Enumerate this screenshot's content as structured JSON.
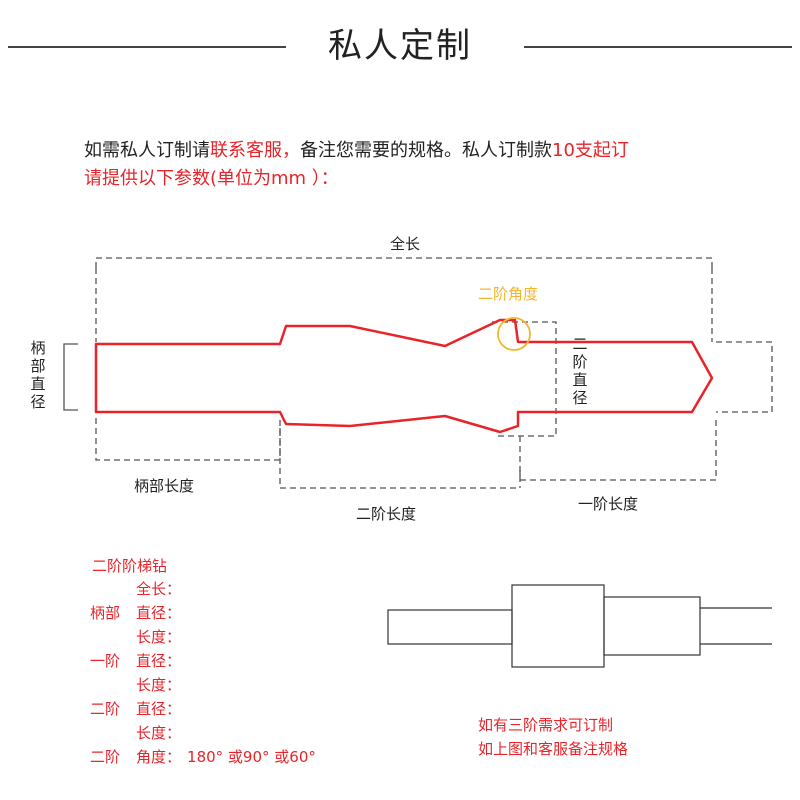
{
  "page": {
    "title": "私人定制",
    "intro_line1": [
      {
        "text": "如需私人订制请",
        "red": false
      },
      {
        "text": "联系客服，",
        "red": true
      },
      {
        "text": "备注您需要的规格。私人订制款",
        "red": false
      },
      {
        "text": "10支起订",
        "red": true
      }
    ],
    "intro_line2": "请提供以下参数(单位为mm ）："
  },
  "diagram": {
    "labels": {
      "total_length": "全长",
      "step2_angle": "二阶角度",
      "shank_length": "柄部长度",
      "step2_length": "二阶长度",
      "step1_length": "一阶长度",
      "shank_diameter": "柄部直径",
      "step2_diameter": "二阶直径"
    },
    "colors": {
      "outline": "#e8242a",
      "angle_mark": "#f5b52e",
      "dimension": "#555555"
    }
  },
  "spec_list": {
    "header": "二阶阶梯钻",
    "rows": [
      {
        "group": "",
        "field": "全长",
        "sep": "："
      },
      {
        "group": "柄部",
        "field": "直径",
        "sep": "："
      },
      {
        "group": "",
        "field": "长度",
        "sep": "："
      },
      {
        "group": "一阶",
        "field": "直径",
        "sep": "："
      },
      {
        "group": "",
        "field": "长度",
        "sep": "："
      },
      {
        "group": "二阶",
        "field": "直径",
        "sep": "："
      },
      {
        "group": "",
        "field": "长度",
        "sep": "："
      },
      {
        "group": "二阶",
        "field": "角度",
        "sep": "：",
        "value": "180° 或90° 或60°"
      }
    ]
  },
  "note": {
    "line1": "如有三阶需求可订制",
    "line2": "如上图和客服备注规格"
  }
}
